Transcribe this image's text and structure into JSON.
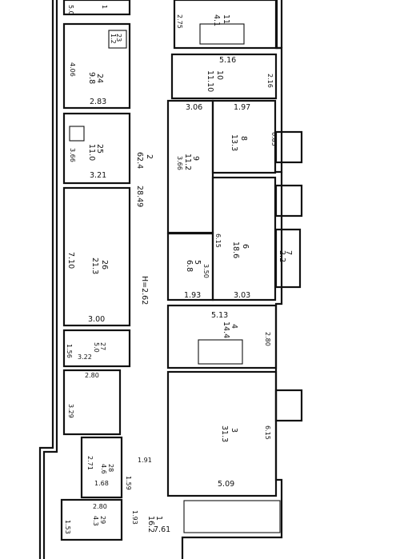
{
  "plan": {
    "rooms": [
      {
        "id": "r1",
        "num": "1",
        "area": "16.2",
        "dim1": "1.93"
      },
      {
        "id": "r3",
        "num": "3",
        "area": "31.3",
        "dim1": "5.09",
        "dim2": "6.15"
      },
      {
        "id": "r4",
        "num": "4",
        "area": "14.4",
        "dim1": "5.13",
        "dim2": "2.80"
      },
      {
        "id": "r5",
        "num": "5",
        "area": "6.8",
        "dim1": "3.50",
        "dim2": "1.93"
      },
      {
        "id": "r6",
        "num": "6",
        "area": "18.6",
        "dim1": "6.15",
        "dim2": "3.03"
      },
      {
        "id": "r7",
        "num": "7",
        "area": "2.2"
      },
      {
        "id": "r8",
        "num": "8",
        "area": "13.3",
        "dim1": "6.85",
        "dim2": "1.97"
      },
      {
        "id": "r9",
        "num": "9",
        "area": "11.2",
        "dim1": "3.66",
        "dim2": "3.06"
      },
      {
        "id": "r10",
        "num": "10",
        "area": "11.10",
        "dim1": "5.16",
        "dim2": "2.16"
      },
      {
        "id": "r11",
        "num": "11",
        "area": "4.1",
        "dim1": "2.75"
      },
      {
        "id": "r2",
        "num": "2",
        "area": "62.4",
        "dim1": "28.49",
        "dim2": "H=2.62"
      },
      {
        "id": "r24",
        "num": "24",
        "area": "9.8",
        "dim1": "4.06",
        "dim2": "2.83"
      },
      {
        "id": "r23",
        "num": "23",
        "area": "1.2"
      },
      {
        "id": "r25",
        "num": "25",
        "area": "11.0",
        "dim1": "3.66",
        "dim2": "3.21"
      },
      {
        "id": "r26",
        "num": "26",
        "area": "21.3",
        "dim1": "7.10",
        "dim2": "3.00"
      },
      {
        "id": "r27",
        "num": "27",
        "area": "5.0",
        "dim1": "1.56",
        "dim2": "3.22"
      },
      {
        "id": "r28",
        "num": "28",
        "area": "4.6",
        "dim1": "2.71",
        "dim2": "1.68"
      },
      {
        "id": "r29",
        "num": "29",
        "area": "4.3",
        "dim1": "2.80",
        "dim2": "1.53"
      }
    ],
    "extra": {
      "d1": "2.80",
      "d2": "3.29",
      "d3": "1.91",
      "d4": "1.59",
      "d5": "7.61",
      "d6": "1.93",
      "top_left": "5.0",
      "top_b": "1"
    }
  }
}
